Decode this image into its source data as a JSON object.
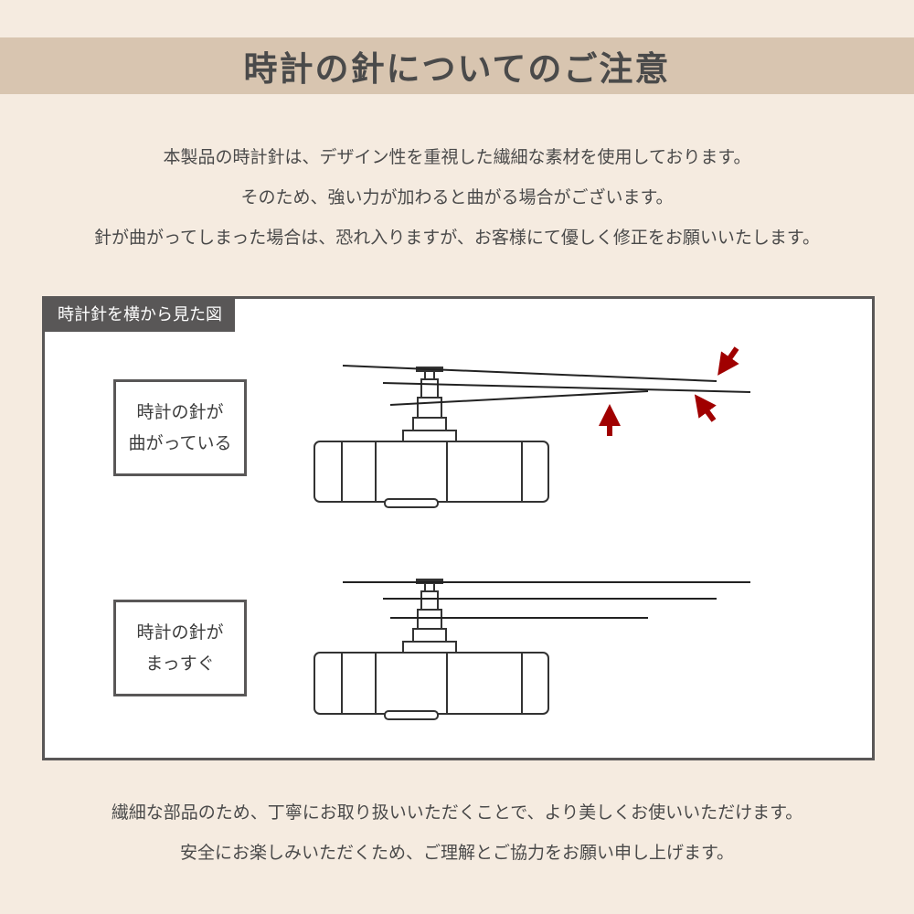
{
  "title": "時計の針についてのご注意",
  "intro": [
    "本製品の時計針は、デザイン性を重視した繊細な素材を使用しております。",
    "そのため、強い力が加わると曲がる場合がございます。",
    "針が曲がってしまった場合は、恐れ入りますが、お客様にて優しく修正をお願いいたします。"
  ],
  "panel": {
    "tab_label": "時計針を横から見た図",
    "bent": {
      "line1": "時計の針が",
      "line2": "曲がっている"
    },
    "straight": {
      "line1": "時計の針が",
      "line2": "まっすぐ"
    }
  },
  "outro": [
    "繊細な部品のため、丁寧にお取り扱いいただくことで、より美しくお使いいただけます。",
    "安全にお楽しみいただくため、ご理解とご協力をお願い申し上げます。"
  ],
  "colors": {
    "background": "#f5ebe0",
    "title_bar": "#d8c5b0",
    "frame": "#595757",
    "arrow": "#a00000"
  }
}
